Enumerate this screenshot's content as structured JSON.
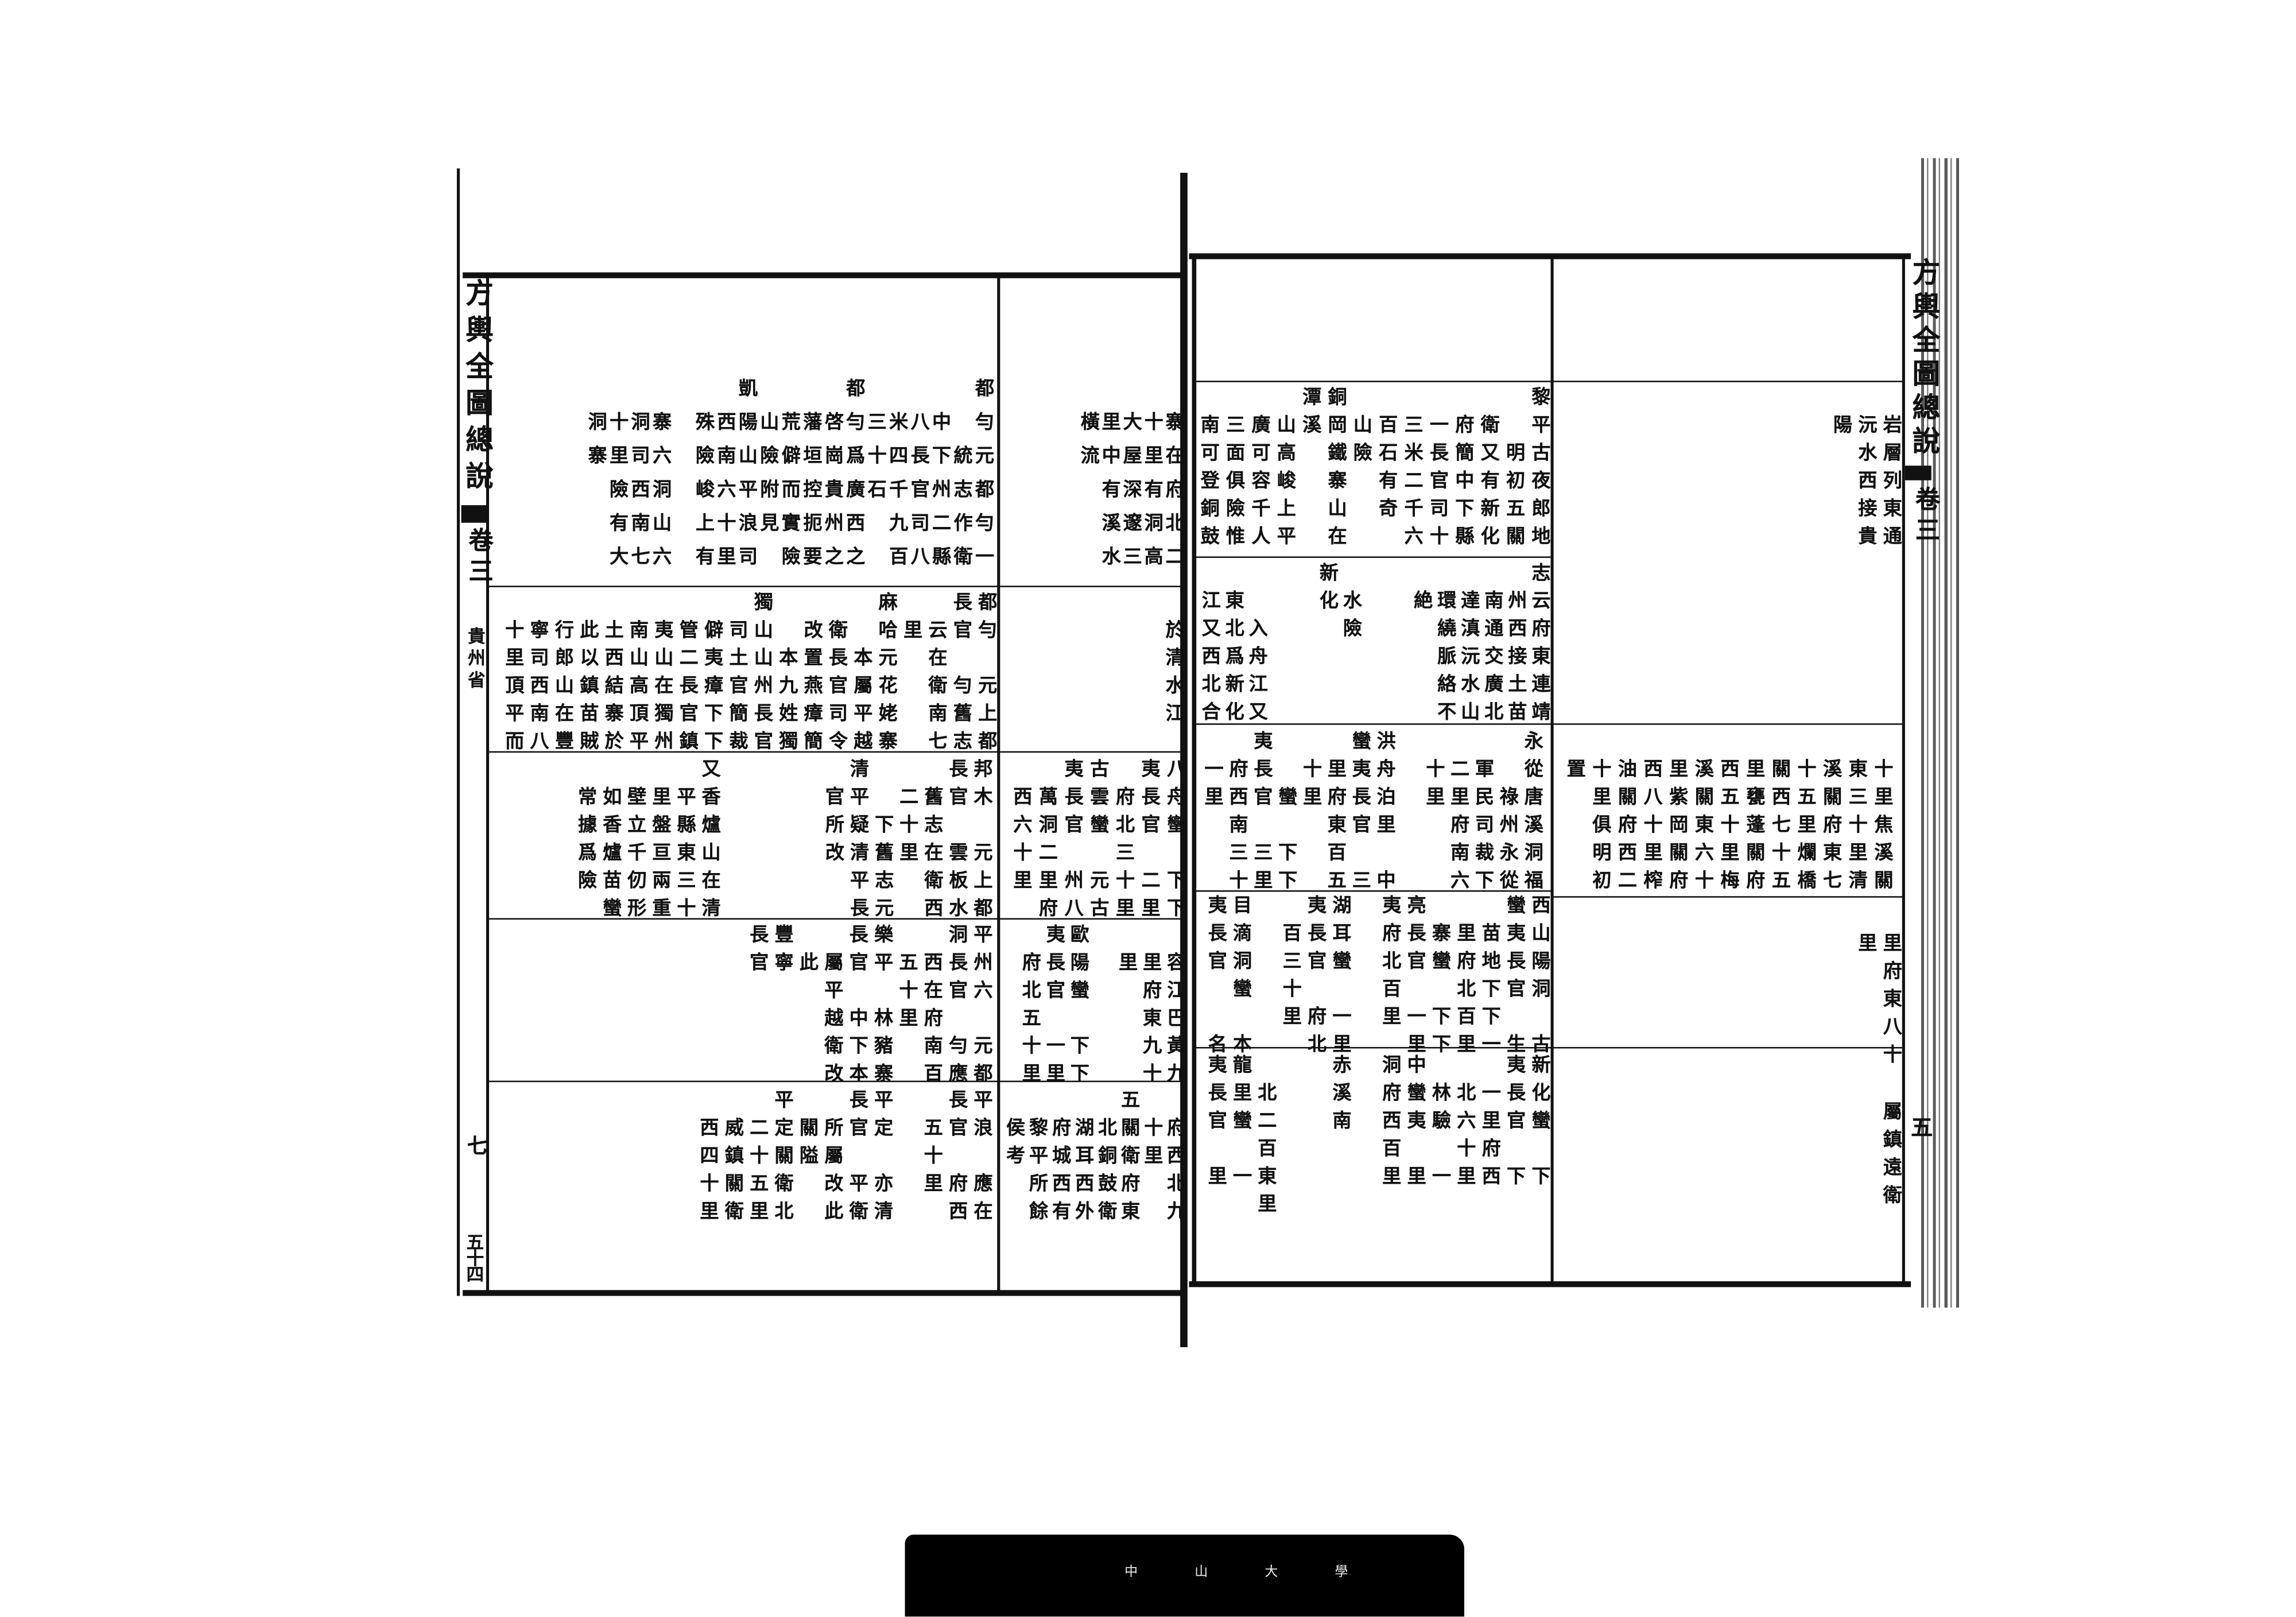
{
  "left_page": {
    "margin": {
      "title": "方輿全圖總說",
      "volume": "卷三",
      "province": "貴州省",
      "mark": "七",
      "page_number": "五十四"
    },
    "cells": [
      {
        "cols": [
          "都勻元都勻一",
          "　　統志作衛",
          "　中下州二縣",
          "　八長官司八",
          "　米四千九百",
          "　三十石　　",
          "都勻爲廣西之",
          "　啓崗貴州之",
          "　藩垣控扼要",
          "　荒僻而實險",
          "　山險附見　",
          "凱陽山平浪司",
          "　西南六十里",
          "　殊險峻上有",
          "",
          "　寨六洞山六",
          "　洞司西南七",
          "　十里險有大",
          "　洞寨　　　"
        ]
      },
      {
        "cols": [
          "　寨在府北二",
          "　十里有洞高",
          "　大屋深邃三",
          "　里中有溪水",
          "　橫流"
        ]
      },
      {
        "cols": [
          "都勻　元上都",
          "長官　勻舊志",
          "　云在衛南七",
          "　里　　　　",
          "麻哈元花姥寨",
          "　　本屬平越",
          "　衛長官司令",
          "　改置燕瘴簡",
          "　　本九姓獨",
          "獨山山州長官",
          "　司土官簡裁",
          "　僻夷瘴下下",
          "　管二長官鎮",
          "　夷山在獨州",
          "　南山高頂平",
          "　土西結寨於",
          "　此以鎮苗賊",
          "　行郎山在豐",
          "　寧司西南八",
          "　十里頂平而"
        ]
      },
      {
        "cols": [
          "　於清水江"
        ]
      },
      {
        "cols": [
          "邦木　元上都",
          "長官　雲板水",
          "　舊志在衛西",
          "　二十里　　",
          "　　下舊志元",
          "清平疑清平長",
          "　官所改　　",
          "",
          "",
          "",
          "",
          "又香爐山在清",
          "　平縣東三十",
          "　里盤亘兩重",
          "　壁立千仞形",
          "　如香爐苗蠻",
          "　常據爲險　"
        ]
      },
      {
        "cols": [
          "八舟蠻　下下",
          "夷長官　二里",
          "　府北三十里",
          "古雲蠻　元古",
          "夷長官　州八",
          "　萬洞二里府",
          "　西六十里　"
        ]
      },
      {
        "cols": [
          "平州六　元都",
          "洞長官　勻應",
          "　西在府南百",
          "　五十里　　",
          "樂平　林豬寨",
          "長官　中下本",
          "　屬平越衛改",
          "　此",
          "豐寧",
          "長官"
        ]
      },
      {
        "cols": [
          "　容江巴黃九",
          "　里府東九十",
          "　里",
          "",
          "歐陽蠻　下下",
          "夷長官　一里",
          "　府北五十里"
        ]
      },
      {
        "cols": [
          "平浪　應在",
          "長官　府西",
          "　五十里　",
          "",
          "平定　亦清",
          "長官　平衛",
          "　所屬改此",
          "　關隘　　",
          "平定關衛北",
          "　二十五里",
          "　威鎮關衛",
          "　西四十里"
        ]
      },
      {
        "cols": [
          "　府西北九",
          "　十里　　",
          "五關衛府東",
          "　北銅鼓衛",
          "　湖耳西外",
          "　府城西有",
          "　黎平所餘",
          "　侯考　　"
        ]
      }
    ]
  },
  "right_page": {
    "margin": {
      "title": "方輿全圖總說",
      "volume": "卷三",
      "page_number": "五"
    },
    "cells": [
      {
        "cols": [
          "黎平古夜郎地",
          "　　明初五關",
          "　衛又有新化",
          "　府簡中下縣",
          "　一長官司十",
          "　三米二千六",
          "　百石有奇　",
          "　山險　　　",
          "銅岡鐵寨山在",
          "潭溪　　　　",
          "　山高峻上平",
          "　廣可容千人",
          "　三面俱險惟",
          "　南可登銅鼓"
        ]
      },
      {
        "cols": [
          "志云府東連靖",
          "　州西接土苗",
          "　南通交廣北",
          "　達滇沅水山",
          "　環繞脈絡不",
          "　絶",
          "",
          "",
          "　水險",
          "新化",
          "",
          "",
          "　　入舟江又",
          "　東北爲新化",
          "　江又西北合"
        ]
      },
      {
        "cols": [
          "永從唐溪洞福",
          "　　祿州永從",
          "　軍民司裁下",
          "　二里府南六",
          "　十里　　　",
          "",
          "洪舟泊里　中",
          "蠻夷長官　三",
          "　里府東百五",
          "　十里　　　",
          "　　蠻　下下",
          "夷長官　三里",
          "　府西南三十",
          "　一里　　　"
        ]
      },
      {
        "cols": [
          "西山陽洞　古",
          "蠻夷長官　生",
          "　苗地下下一",
          "　里府北百里",
          "　寨蠻　下下",
          "亮長官　一里",
          "夷府北百里　",
          "",
          "湖耳蠻　一里",
          "夷長官　府北",
          "　百三十里",
          "",
          "目滴洞蠻　本",
          "夷長官　　名"
        ]
      },
      {
        "cols": [
          "新化蠻　下",
          "夷長官　下",
          "　一里府西",
          "　北六十里",
          "　林驗　一",
          "中蠻夷　里",
          "洞府西百里",
          "",
          "赤溪南",
          "",
          "",
          "　北二百東里",
          "龍里蠻　一",
          "夷長官　里"
        ]
      },
      {
        "cols": [
          "　岩層列東通",
          "　沅水西接貴",
          "　陽"
        ]
      },
      {
        "cols": [
          "　十里焦溪關",
          "　東三十里清",
          "　溪關府東七",
          "　十五里爛橋",
          "　關西七十五",
          "　里甕蓬關府",
          "　西五十里梅",
          "　溪關東六十",
          "　里紫岡關府",
          "　西八十里榨",
          "　油關府西二",
          "　十里俱明初",
          "　置"
        ]
      },
      {
        "cols": [
          "　里府東八十",
          "　里"
        ]
      },
      {
        "cols": [
          "　屬鎮遠衛"
        ]
      }
    ]
  },
  "footer_label": {
    "text": "中 山 大 學"
  }
}
